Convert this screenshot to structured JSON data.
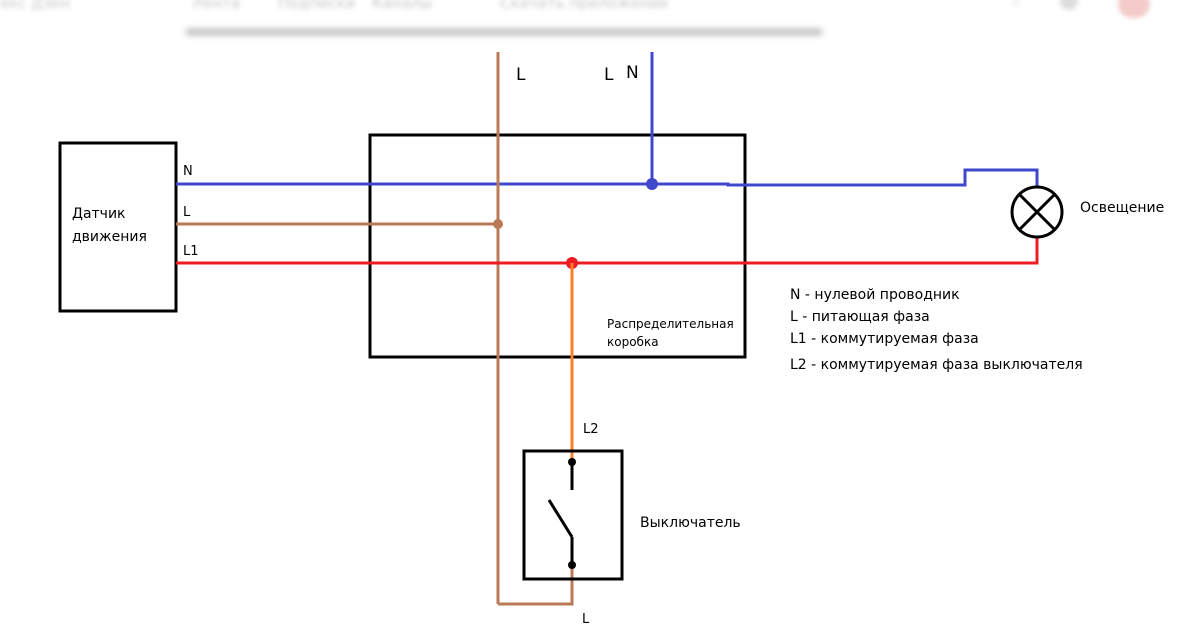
{
  "header": {
    "logo": "екс Дзен",
    "tabs": [
      "Лента",
      "Подписки",
      "Каналы",
      "Скачать приложение"
    ]
  },
  "labels": {
    "wire_l_top": "L",
    "wire_ln_top": "L",
    "wire_n_top": "N",
    "sensor_n": "N",
    "sensor_l": "L",
    "sensor_l1": "L1",
    "l2": "L2",
    "bottom_l": "L"
  },
  "sensor": {
    "line1": "Датчик",
    "line2": "движения"
  },
  "junction_box": {
    "line1": "Распределительная",
    "line2": "коробка"
  },
  "lamp": {
    "label": "Освещение"
  },
  "switch": {
    "label": "Выключатель"
  },
  "legend": [
    "N - нулевой проводник",
    "L - питающая фаза",
    "L1 - коммутируемая фаза",
    "L2 - коммутируемая фаза выключателя"
  ],
  "colors": {
    "neutral": "#3f48cc",
    "phase": "#b97a57",
    "switched": "#ed1c24",
    "switch_phase": "#ff7f27",
    "outline": "#000000"
  }
}
